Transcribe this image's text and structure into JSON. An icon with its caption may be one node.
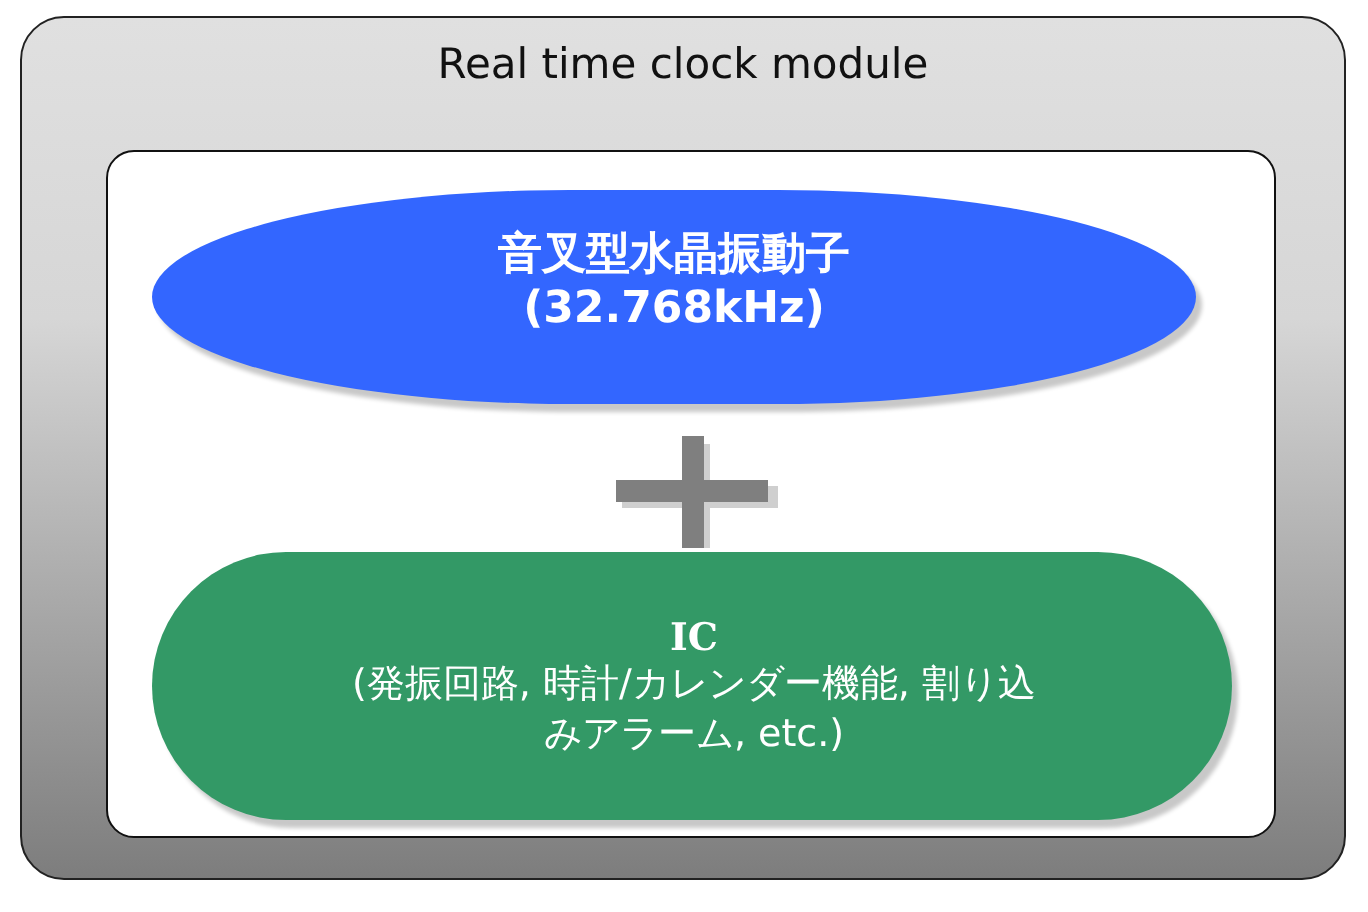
{
  "diagram": {
    "nodes": [
      {
        "text": [
          "Real time clock module"
        ]
      },
      {
        "text": [],
        "shape": "box",
        "in": 0
      },
      {
        "text": [
          "音叉型水晶振動子 (32.768kHz)"
        ],
        "in": 1
      },
      {
        "text": [
          "IC",
          "(発振回路, 時計/カレンダー機能, 割り込みアラーム, etc.)"
        ],
        "in": 1
      }
    ]
  }
}
